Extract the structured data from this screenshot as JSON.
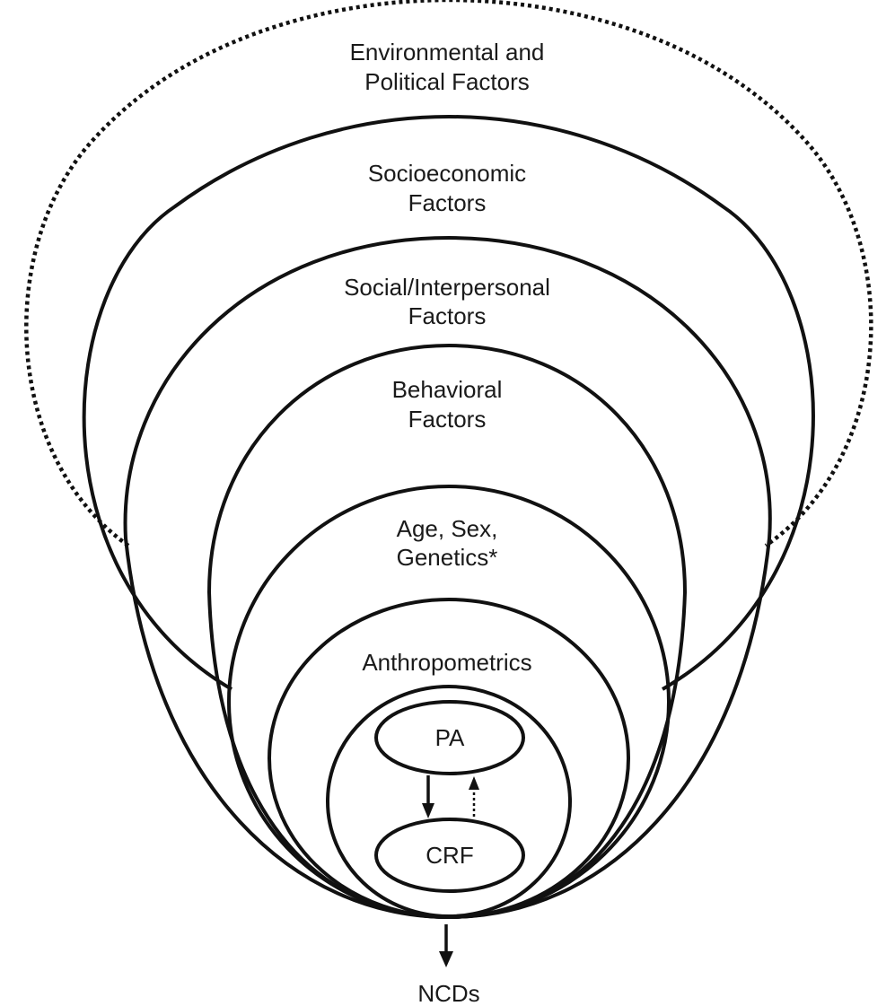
{
  "layers": {
    "environmental": {
      "line1": "Environmental and",
      "line2": "Political Factors"
    },
    "socioeconomic": {
      "line1": "Socioeconomic",
      "line2": "Factors"
    },
    "social": {
      "line1": "Social/Interpersonal",
      "line2": "Factors"
    },
    "behavioral": {
      "line1": "Behavioral",
      "line2": "Factors"
    },
    "biological": {
      "line1": "Age, Sex,",
      "line2": "Genetics*"
    },
    "anthropometrics": {
      "label": "Anthropometrics"
    }
  },
  "nodes": {
    "pa": "PA",
    "crf": "CRF"
  },
  "outcome": {
    "label": "NCDs"
  },
  "colors": {
    "stroke": "#111111",
    "background": "#ffffff"
  }
}
